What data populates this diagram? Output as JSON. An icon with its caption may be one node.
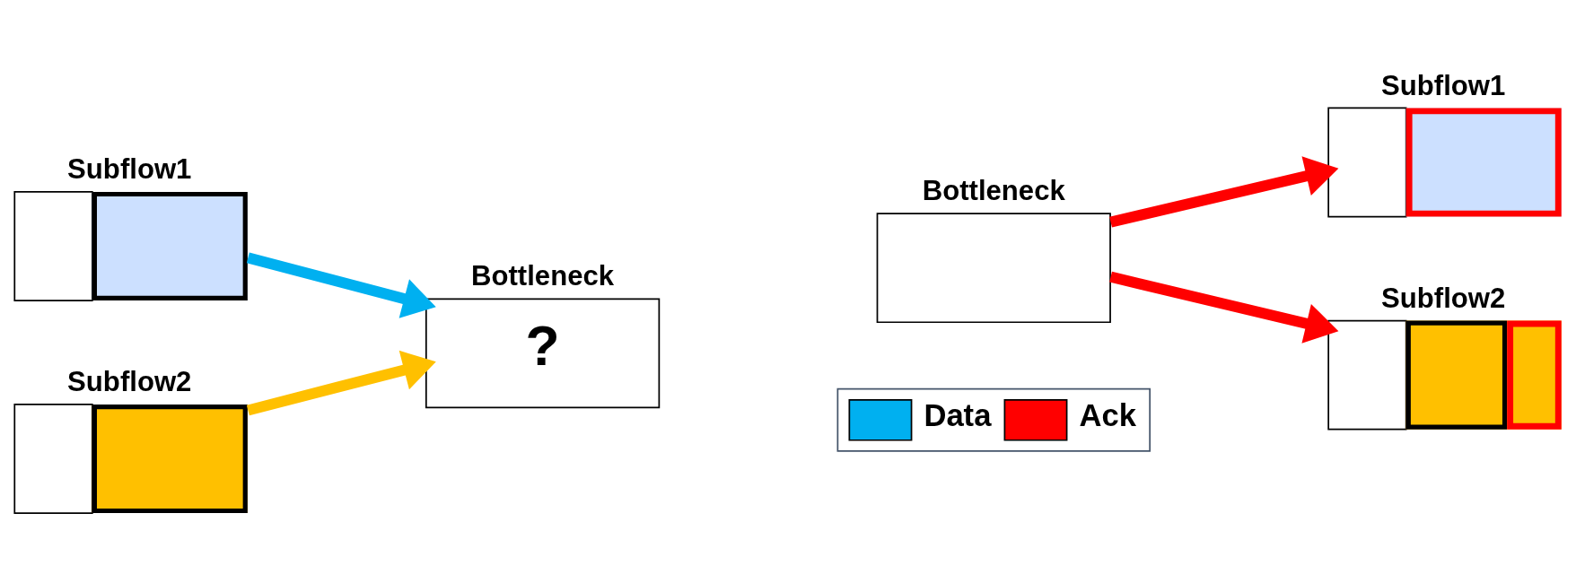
{
  "diagram": {
    "nodes": [
      {
        "text": [
          "Subflow1"
        ]
      },
      {
        "text": [
          "Subflow2"
        ]
      },
      {
        "text": [
          "Bottleneck",
          "?"
        ]
      },
      {
        "text": [
          "Subflow1"
        ]
      },
      {
        "text": [
          "Subflow2"
        ]
      },
      {
        "text": [
          "Bottleneck"
        ]
      }
    ],
    "edges": [
      {
        "from": 0,
        "to": 2,
        "arrow": "to",
        "color": "#00b0f0"
      },
      {
        "from": 1,
        "to": 2,
        "arrow": "to",
        "color": "#ffc000"
      },
      {
        "from": 5,
        "to": 3,
        "arrow": "to",
        "color": "#ff0000"
      },
      {
        "from": 5,
        "to": 4,
        "arrow": "to",
        "color": "#ff0000"
      }
    ],
    "legend": [
      {
        "text": "Data",
        "color": "#00b0f0"
      },
      {
        "text": "Ack",
        "color": "#ff0000"
      }
    ]
  }
}
